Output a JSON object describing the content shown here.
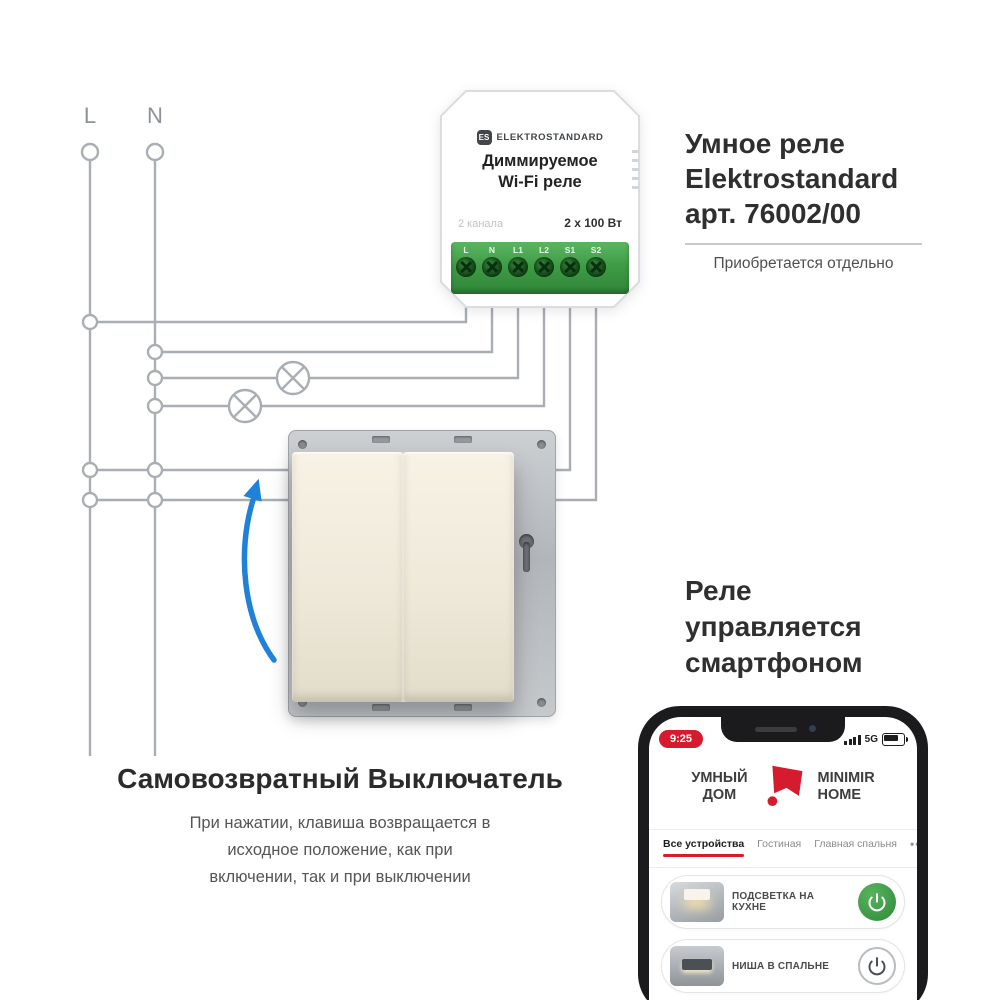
{
  "diagram": {
    "label_l": "L",
    "label_n": "N"
  },
  "relay": {
    "logo_badge": "ES",
    "logo_brand": "ELEKTROSTANDARD",
    "title_line1": "Диммируемое",
    "title_line2": "Wi-Fi реле",
    "channels": "2 канала",
    "power": "2 x 100 Вт",
    "terminals": [
      "L",
      "N",
      "L1",
      "L2",
      "S1",
      "S2"
    ]
  },
  "relay_info": {
    "line1": "Умное реле",
    "line2": "Elektrostandard",
    "line3": "арт. 76002/00",
    "note": "Приобретается отдельно"
  },
  "switch_info": {
    "title": "Самовозвратный Выключатель",
    "desc_line1": "При нажатии, клавиша возвращается в",
    "desc_line2": "исходное положение, как при",
    "desc_line3": "включении, так и при выключении"
  },
  "smartphone_note": {
    "line1": "Реле",
    "line2": "управляется",
    "line3": "смартфоном"
  },
  "phone": {
    "time": "9:25",
    "network": "5G",
    "app_line1": "УМНЫЙ",
    "app_line2": "ДОМ",
    "brand_line1": "MINIMIR",
    "brand_line2": "HOME",
    "tabs": [
      "Все устройства",
      "Гостиная",
      "Главная спальня"
    ],
    "tabs_more": "•••",
    "devices": [
      {
        "label": "ПОДСВЕТКА НА КУХНЕ",
        "state": "on"
      },
      {
        "label": "НИША В СПАЛЬНЕ",
        "state": "off"
      }
    ]
  },
  "colors": {
    "accent_red": "#d51c2e",
    "arrow_blue": "#1f82d8",
    "button_green": "#3f9a45",
    "terminal_green": "#43a047",
    "wire_gray": "#a9aeb4"
  }
}
